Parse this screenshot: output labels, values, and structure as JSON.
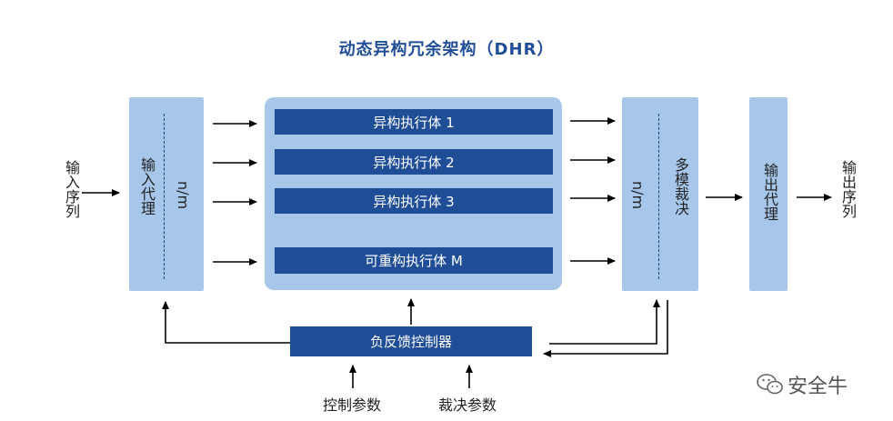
{
  "title": "动态异构冗余架构（DHR）",
  "input_sequence": "输入序列",
  "input_proxy": "输入代理",
  "nm_left": "n/m",
  "executors": [
    "异构执行体 1",
    "异构执行体 2",
    "异构执行体 3",
    "可重构执行体 M"
  ],
  "nm_right": "n/m",
  "multimode_vote": "多模裁决",
  "output_proxy": "输出代理",
  "output_sequence": "输出序列",
  "feedback_controller": "负反馈控制器",
  "control_params": "控制参数",
  "vote_params": "裁决参数",
  "watermark": "安全牛",
  "colors": {
    "dark_blue": "#1f4e96",
    "light_blue": "#a7c7ea",
    "title_blue": "#1f4e96"
  },
  "icons": [
    "wechat-icon"
  ]
}
